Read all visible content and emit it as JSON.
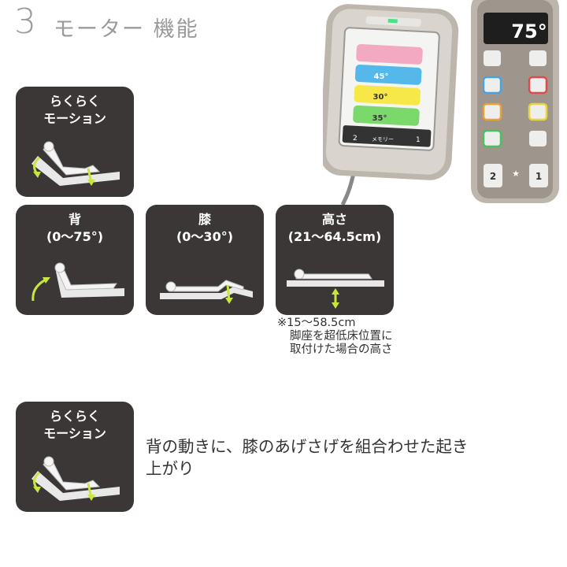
{
  "header": {
    "number": "3",
    "title": "モーター 機能"
  },
  "tiles": [
    {
      "line1": "らくらく",
      "line2": "モーション"
    },
    {
      "line1": "背",
      "line2": "(0〜75°)"
    },
    {
      "line1": "膝",
      "line2": "(0〜30°)"
    },
    {
      "line1": "高さ",
      "line2": "(21〜64.5cm)"
    },
    {
      "line1": "らくらく",
      "line2": "モーション"
    }
  ],
  "note": {
    "line1": "※15〜58.5cm",
    "line2": "脚座を超低床位置に",
    "line3": "取付けた場合の高さ"
  },
  "description": {
    "line1": "背の動きに、膝のあげさげを組合わせた起き",
    "line2": "上がり"
  },
  "remote1": {
    "angles": [
      "45°",
      "30°",
      "35°"
    ],
    "buttons": [
      "2",
      "メモリー",
      "1"
    ]
  },
  "remote2": {
    "display": "75°",
    "memory": [
      "2",
      "★",
      "1"
    ]
  },
  "colors": {
    "tile_bg": "#3a3736",
    "accent": "#c8e63c",
    "title_gray": "#9a9a9a"
  }
}
